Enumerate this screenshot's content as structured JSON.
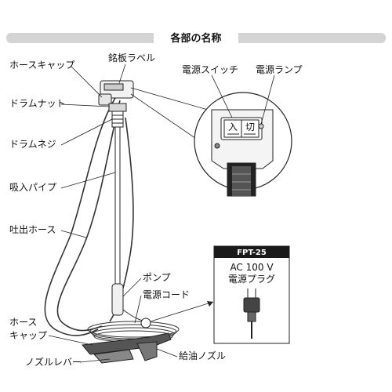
{
  "header": {
    "title": "各部の名称"
  },
  "parts": {
    "hose_cap_top": "ホースキャップ",
    "nameplate_label": "銘板ラベル",
    "drum_nut": "ドラムナット",
    "drum_screw": "ドラムネジ",
    "suction_pipe": "吸入パイプ",
    "discharge_hose": "吐出ホース",
    "pump": "ポンプ",
    "power_cord": "電源コード",
    "hose_cap_bottom_line1": "ホース",
    "hose_cap_bottom_line2": "キャップ",
    "nozzle_lever": "ノズルレバー",
    "oil_nozzle": "給油ノズル"
  },
  "switch_detail": {
    "power_switch": "電源スイッチ",
    "power_lamp": "電源ランプ",
    "switch_on": "入",
    "switch_off": "切"
  },
  "plug_box": {
    "model": "FPT-25",
    "voltage": "AC 100 V",
    "plug_label": "電源プラグ"
  },
  "colors": {
    "header_bar": "#d4d4d4",
    "model_bar": "#1a1a1a",
    "line": "#222222"
  }
}
